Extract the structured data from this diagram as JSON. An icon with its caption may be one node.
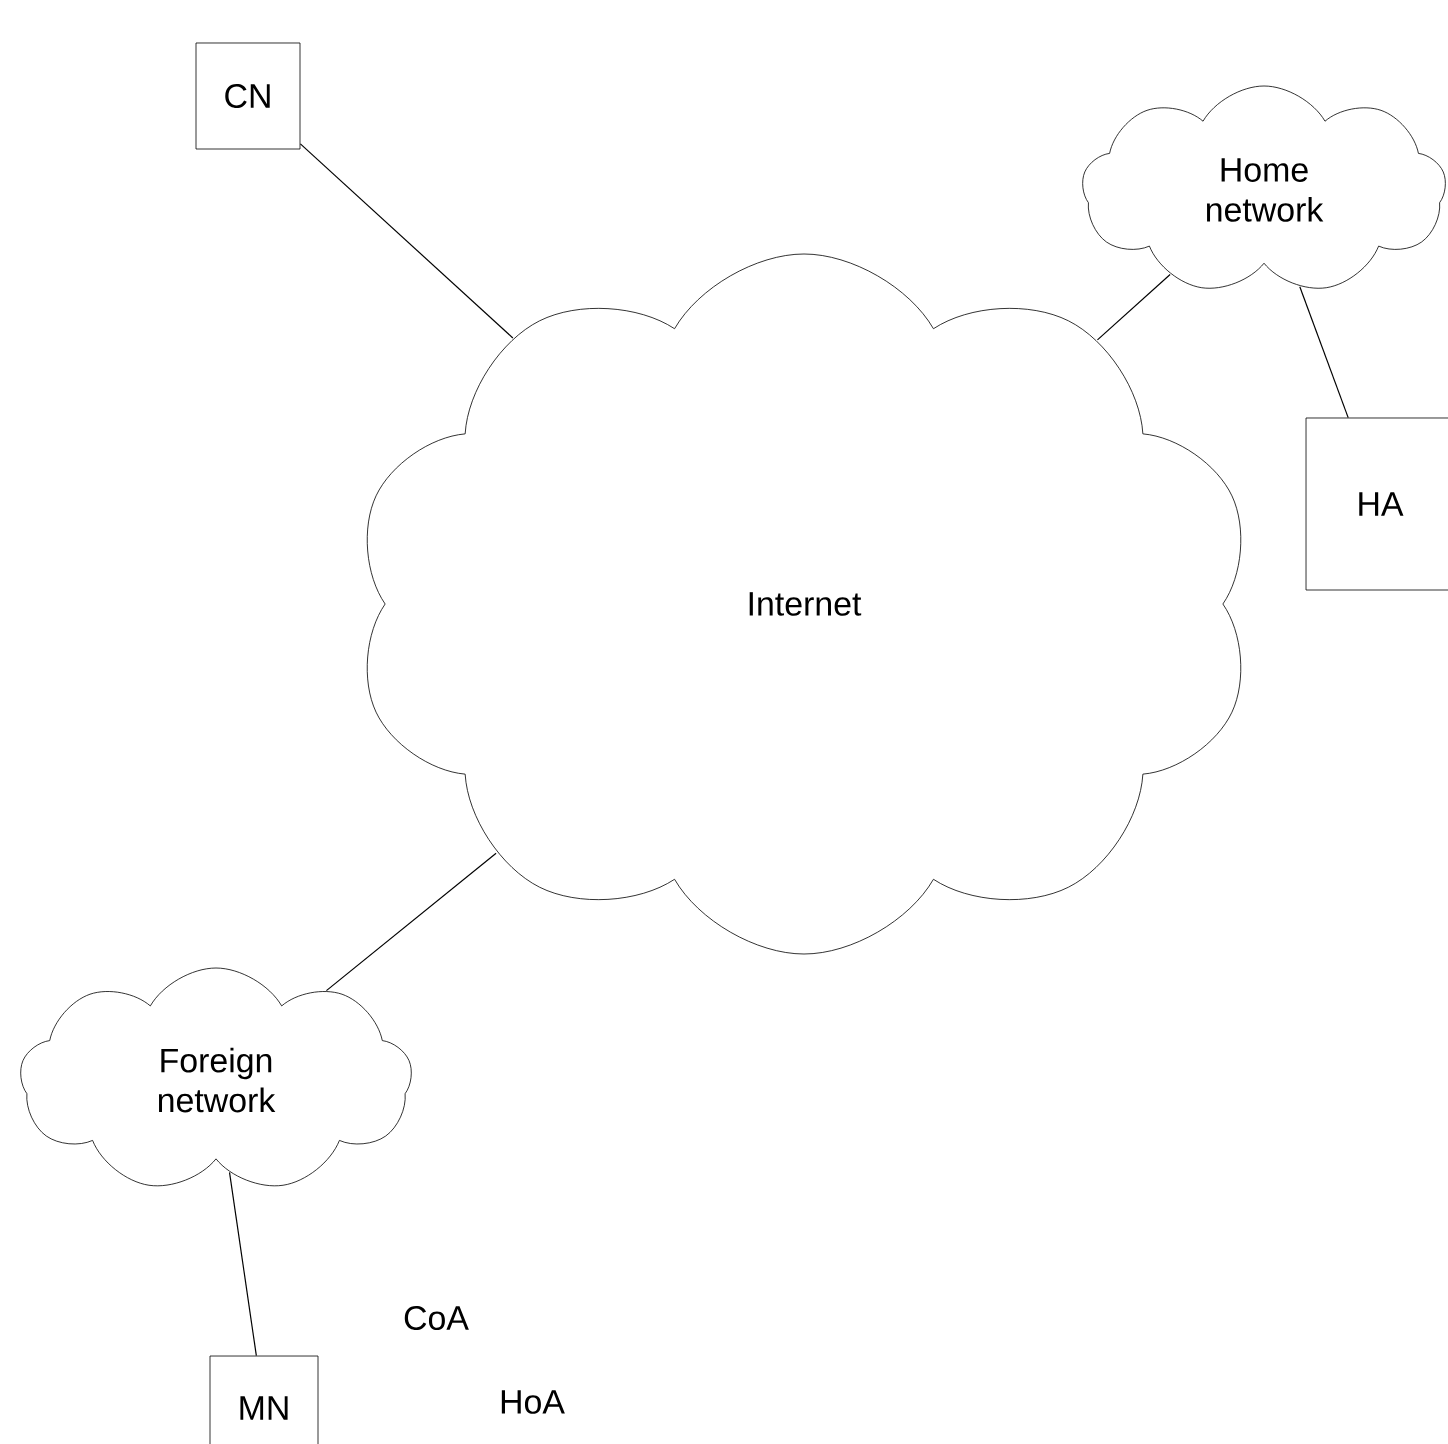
{
  "diagram": {
    "nodes": [
      {
        "text": [
          "CN"
        ]
      },
      {
        "text": [
          "Home network"
        ]
      },
      {
        "text": [
          "HA"
        ]
      },
      {
        "text": [
          "Internet"
        ]
      },
      {
        "text": [
          "Foreign network"
        ]
      },
      {
        "text": [
          "MN"
        ],
        "beside": [
          "CoA",
          "HoA"
        ]
      }
    ],
    "edges": [
      {
        "from": 0,
        "to": 3,
        "arrow": "none"
      },
      {
        "from": 3,
        "to": 1,
        "arrow": "none"
      },
      {
        "from": 1,
        "to": 2,
        "arrow": "none"
      },
      {
        "from": 3,
        "to": 4,
        "arrow": "none"
      },
      {
        "from": 4,
        "to": 5,
        "arrow": "none"
      }
    ]
  }
}
